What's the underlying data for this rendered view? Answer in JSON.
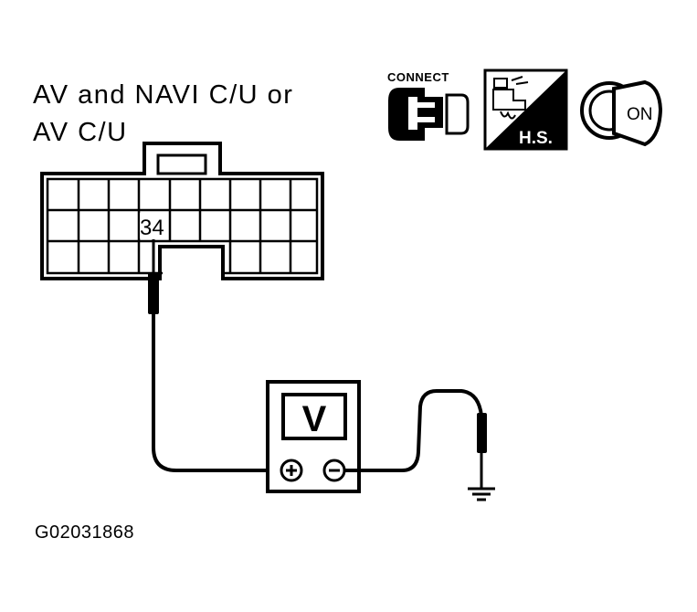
{
  "title": {
    "line1": "AV and NAVI C/U or",
    "line2": "AV C/U"
  },
  "connector": {
    "pin_label": "34"
  },
  "icons": {
    "connect": {
      "label": "CONNECT",
      "name": "connect-icon"
    },
    "harness_side": {
      "label": "H.S.",
      "name": "harness-side-icon"
    },
    "ignition": {
      "label": "ON",
      "name": "ignition-key-on-icon"
    }
  },
  "voltmeter": {
    "display": "V",
    "positive": "⊕",
    "negative": "⊖"
  },
  "figure_id": "G02031868"
}
